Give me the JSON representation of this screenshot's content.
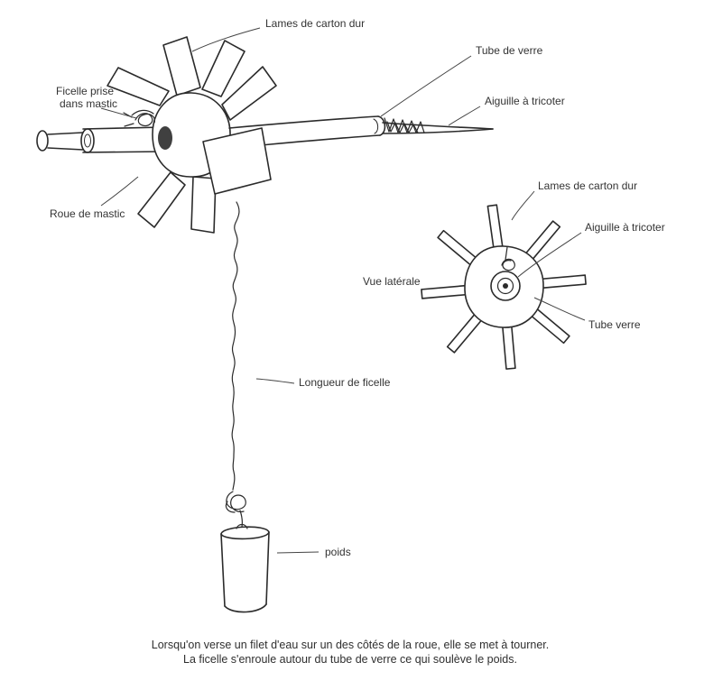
{
  "page": {
    "background": "#ffffff",
    "ink_color": "#2b2b2b",
    "text_color": "#333333"
  },
  "diagram": {
    "labels": {
      "blades_main": "Lames de carton dur",
      "glass_tube": "Tube de verre",
      "knitting_needle": "Aiguille à tricoter",
      "string_in_mastic": [
        "Ficelle prise",
        "dans mastic"
      ],
      "mastic_wheel": "Roue de mastic",
      "side_view": "Vue latérale",
      "blades_side": "Lames de carton dur",
      "needle_side": "Aiguille à tricoter",
      "glass_tube_side": "Tube verre",
      "string_length": "Longueur de ficelle",
      "weight": "poids"
    },
    "caption": [
      "Lorsqu'on verse un filet d'eau sur un des côtés de la roue, elle se met à tourner.",
      "La ficelle s'enroule autour du tube de verre ce qui soulève le poids."
    ]
  }
}
